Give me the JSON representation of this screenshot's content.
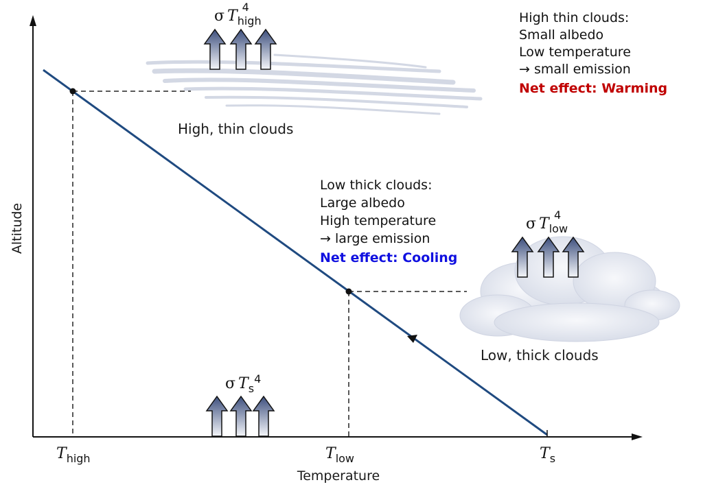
{
  "axes": {
    "y_label": "Altitude",
    "x_label": "Temperature"
  },
  "ticks": [
    {
      "symbol": "T",
      "subscript": "high"
    },
    {
      "symbol": "T",
      "subscript": "low"
    },
    {
      "symbol": "T",
      "subscript": "s"
    }
  ],
  "emission_labels": {
    "high": {
      "sigma": "σ",
      "symbol": "T",
      "subscript": "high",
      "power": "4"
    },
    "low": {
      "sigma": "σ",
      "symbol": "T",
      "subscript": "low",
      "power": "4"
    },
    "surface": {
      "sigma": "σ",
      "symbol": "T",
      "subscript": "s",
      "power": "4"
    }
  },
  "cloud_labels": {
    "high": "High, thin clouds",
    "low": "Low, thick clouds"
  },
  "annotations": {
    "high": {
      "lines": [
        "High thin clouds:",
        "Small albedo",
        "Low temperature",
        "→ small emission"
      ],
      "net_effect": "Net effect: Warming",
      "net_color": "#c00000"
    },
    "low": {
      "lines": [
        "Low thick clouds:",
        "Large  albedo",
        "High temperature",
        "→ large emission"
      ],
      "net_effect": "Net effect: Cooling",
      "net_color": "#1010e0"
    }
  },
  "colors": {
    "profile_line": "#1f4a80",
    "arrow_top": "#3d4f7d",
    "arrow_bottom": "#f4f6fa",
    "cloud": "#dfe3ee"
  }
}
